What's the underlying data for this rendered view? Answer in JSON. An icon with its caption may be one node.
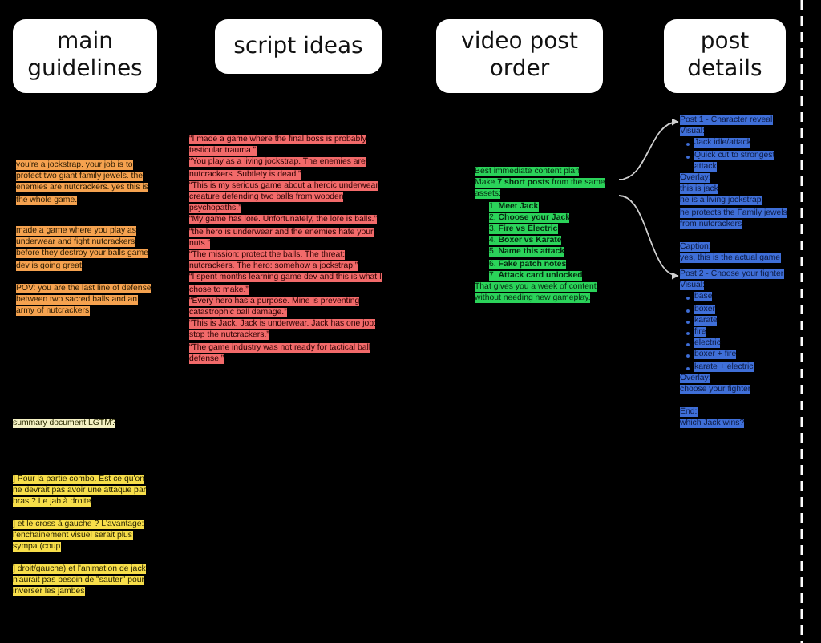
{
  "diagram": {
    "nodes": [
      {
        "text": [
          "main guidelines"
        ]
      },
      {
        "text": [
          "script ideas"
        ]
      },
      {
        "text": [
          "video post order"
        ]
      },
      {
        "text": [
          "post details"
        ]
      },
      {
        "text": [
          "you're a jockstrap. your job is to protect two giant family jewels. the enemies are nutcrackers. yes this is the whole game."
        ]
      },
      {
        "text": [
          "made a game where you play as underwear and fight nutcrackers before they destroy your balls game dev is going great"
        ]
      },
      {
        "text": [
          "POV: you are the last line of defense between two sacred balls and an army of nutcrackers"
        ]
      },
      {
        "text": [
          "“I made a game where the final boss is probably testicular trauma.”",
          "“You play as a living jockstrap. The enemies are nutcrackers. Subtlety is dead.”",
          "“This is my serious game about a heroic underwear creature defending two balls from wooden psychopaths.”",
          "“My game has lore. Unfortunately, the lore is balls.”",
          "“the hero is underwear and the enemies hate your nuts.”",
          "“The mission: protect the balls. The threat: nutcrackers. The hero: somehow a jockstrap.”",
          "“I spent months learning game dev and this is what I chose to make.”",
          "“Every hero has a purpose. Mine is preventing catastrophic ball damage.”",
          "“This is Jack. Jack is underwear. Jack has one job: stop the nutcrackers.”",
          "“The game industry was not ready for tactical ball defense.”"
        ]
      },
      {
        "text": [
          "Best immediate content plan",
          "Make **7 short posts** from the same assets:",
          "1. **Meet Jack**",
          "2. **Choose your Jack**",
          "3. **Fire vs Electric**",
          "4. **Boxer vs Karate**",
          "5. **Name this attack**",
          "6. **Fake patch notes**",
          "7. **Attack card unlocked**",
          "That gives you a week of content without needing new gameplay."
        ]
      },
      {
        "text": [
          "Post 1 - Character reveal",
          "Visual:",
          "Jack idle/attack",
          "Quick cut to strongest attack",
          "Overlay:",
          "this is jack",
          "he is a living jockstrap",
          "he protects the Family jewels",
          "from nutcrackers",
          "Caption:",
          "yes, this is the actual game"
        ]
      },
      {
        "text": [
          "Post 2 - Choose your fighter",
          "Visual:",
          "base",
          "boxer",
          "karate",
          "fire",
          "electric",
          "boxer + fire",
          "karate + electric",
          "Overlay:",
          "choose your fighter",
          "End:",
          "which Jack wins?"
        ]
      },
      {
        "text": [
          "summary document LGTM?"
        ]
      },
      {
        "text": [
          "] Pour la partie combo. Est ce qu'on ne devrait pas avoir une attaque par bras ? Le jab à droite"
        ]
      },
      {
        "text": [
          "]  et le cross à gauche ? L'avantage: l'enchainement visuel serait plus sympa (coup"
        ]
      },
      {
        "text": [
          "] droit/gauche) et l'animation de jack n'aurait pas besoin de \"sauter\" pour inverser les jambes"
        ]
      }
    ],
    "edges": [
      {
        "from": 8,
        "to": 9,
        "arrow": "to"
      },
      {
        "from": 8,
        "to": 10,
        "arrow": "to"
      }
    ]
  }
}
